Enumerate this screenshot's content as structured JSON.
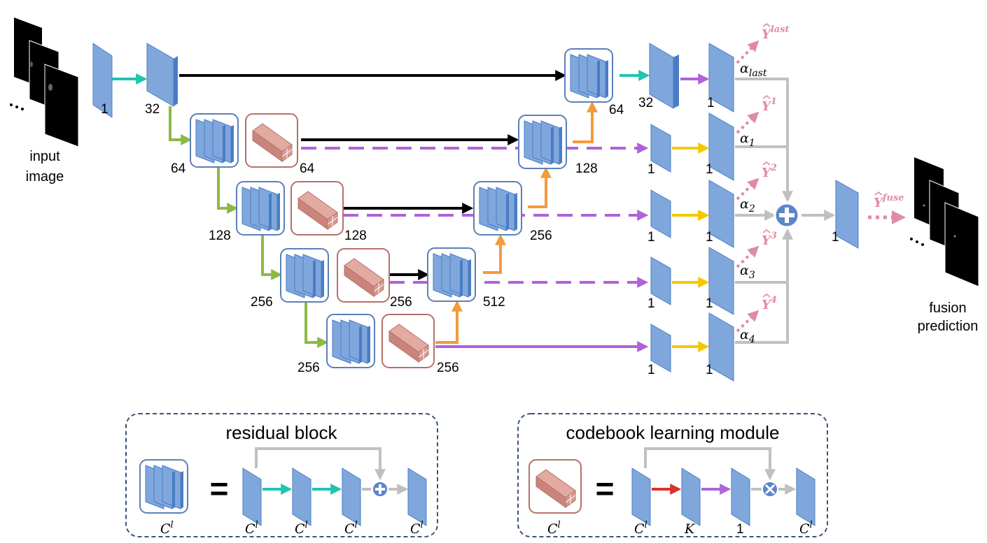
{
  "input_caption": [
    "input",
    "image"
  ],
  "output_caption": [
    "fusion",
    "prediction"
  ],
  "channels": {
    "in1": "1",
    "in32": "32",
    "enc1_res": "64",
    "enc1_cb": "64",
    "dec1": "128",
    "enc2_res": "128",
    "enc2_cb": "128",
    "dec2": "256",
    "enc3_res": "256",
    "enc3_cb": "256",
    "dec3": "512",
    "enc4_res": "256",
    "enc4_cb": "256",
    "top_res": "64",
    "top_out": "32",
    "side": "1",
    "fuse": "1"
  },
  "alphas": [
    {
      "base": "α",
      "sub": "last"
    },
    {
      "base": "α",
      "sub": "1"
    },
    {
      "base": "α",
      "sub": "2"
    },
    {
      "base": "α",
      "sub": "3"
    },
    {
      "base": "α",
      "sub": "4"
    }
  ],
  "side_outputs": [
    {
      "base": "Y",
      "sup": "last"
    },
    {
      "base": "Y",
      "sup": "1"
    },
    {
      "base": "Y",
      "sup": "2"
    },
    {
      "base": "Y",
      "sup": "3"
    },
    {
      "base": "Y",
      "sup": "4"
    }
  ],
  "fuse_output": {
    "base": "Y",
    "sup": "fuse"
  },
  "legend": {
    "residual": {
      "title": "residual block",
      "equals": "=",
      "labels": [
        {
          "base": "C",
          "sup": "l"
        },
        {
          "base": "C",
          "sup": "l"
        },
        {
          "base": "C",
          "sup": "l"
        },
        {
          "base": "C",
          "sup": "l"
        },
        {
          "base": "C",
          "sup": "l"
        }
      ]
    },
    "codebook": {
      "title": "codebook learning module",
      "equals": "=",
      "labels": [
        {
          "base": "C",
          "sup": "l"
        },
        {
          "base": "C",
          "sup": "l"
        },
        {
          "base": "K",
          "sup": ""
        },
        {
          "base": "1",
          "sup": ""
        },
        {
          "base": "C",
          "sup": "l"
        }
      ]
    }
  },
  "colors": {
    "layer_fill": "#7fa7dc",
    "layer_side": "#4a7cc6",
    "layer_top": "#a9c6ec",
    "box_blue": "#5b7fb8",
    "box_red": "#b5706a",
    "codebook_fill": "#c9857c",
    "teal": "#20c4b0",
    "green": "#8cba46",
    "orange": "#f39a3c",
    "purple": "#b063d8",
    "yellow": "#f5c800",
    "gray": "#c0c0c0",
    "black": "#000000",
    "red": "#d9342b",
    "pink": "#e08aa6",
    "legend_border": "#3b5577"
  }
}
